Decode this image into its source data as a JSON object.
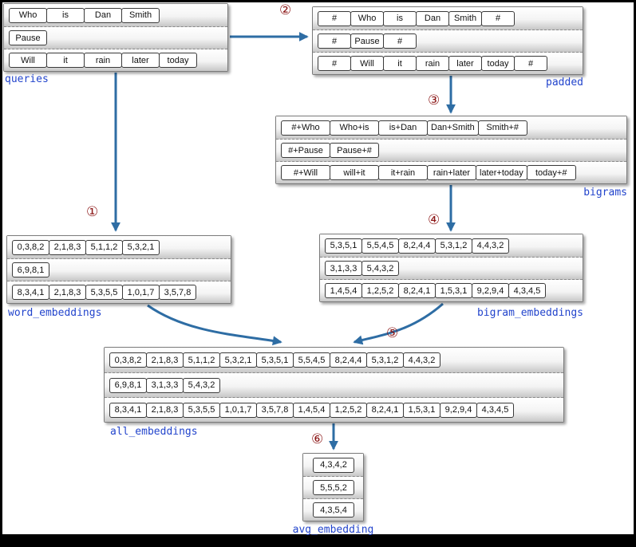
{
  "diagram": {
    "colors": {
      "label_blue": "#2244cc",
      "arrow_blue": "#2e6da4",
      "step_red": "#8b1515"
    },
    "panels": [
      {
        "id": "queries",
        "label": "queries",
        "rows": [
          [
            "Who",
            "is",
            "Dan",
            "Smith"
          ],
          [
            "Pause"
          ],
          [
            "Will",
            "it",
            "rain",
            "later",
            "today"
          ]
        ]
      },
      {
        "id": "padded",
        "label": "padded",
        "rows": [
          [
            "#",
            "Who",
            "is",
            "Dan",
            "Smith",
            "#"
          ],
          [
            "#",
            "Pause",
            "#"
          ],
          [
            "#",
            "Will",
            "it",
            "rain",
            "later",
            "today",
            "#"
          ]
        ]
      },
      {
        "id": "bigrams",
        "label": "bigrams",
        "rows": [
          [
            "#+Who",
            "Who+is",
            "is+Dan",
            "Dan+Smith",
            "Smith+#"
          ],
          [
            "#+Pause",
            "Pause+#"
          ],
          [
            "#+Will",
            "will+it",
            "it+rain",
            "rain+later",
            "later+today",
            "today+#"
          ]
        ]
      },
      {
        "id": "word_embeddings",
        "label": "word_embeddings",
        "rows": [
          [
            "0,3,8,2",
            "2,1,8,3",
            "5,1,1,2",
            "5,3,2,1"
          ],
          [
            "6,9,8,1"
          ],
          [
            "8,3,4,1",
            "2,1,8,3",
            "5,3,5,5",
            "1,0,1,7",
            "3,5,7,8"
          ]
        ]
      },
      {
        "id": "bigram_embeddings",
        "label": "bigram_embeddings",
        "rows": [
          [
            "5,3,5,1",
            "5,5,4,5",
            "8,2,4,4",
            "5,3,1,2",
            "4,4,3,2"
          ],
          [
            "3,1,3,3",
            "5,4,3,2"
          ],
          [
            "1,4,5,4",
            "1,2,5,2",
            "8,2,4,1",
            "1,5,3,1",
            "9,2,9,4",
            "4,3,4,5"
          ]
        ]
      },
      {
        "id": "all_embeddings",
        "label": "all_embeddings",
        "rows": [
          [
            "0,3,8,2",
            "2,1,8,3",
            "5,1,1,2",
            "5,3,2,1",
            "5,3,5,1",
            "5,5,4,5",
            "8,2,4,4",
            "5,3,1,2",
            "4,4,3,2"
          ],
          [
            "6,9,8,1",
            "3,1,3,3",
            "5,4,3,2"
          ],
          [
            "8,3,4,1",
            "2,1,8,3",
            "5,3,5,5",
            "1,0,1,7",
            "3,5,7,8",
            "1,4,5,4",
            "1,2,5,2",
            "8,2,4,1",
            "1,5,3,1",
            "9,2,9,4",
            "4,3,4,5"
          ]
        ]
      },
      {
        "id": "avg_embedding",
        "label": "avg_embedding",
        "rows": [
          [
            "4,3,4,2"
          ],
          [
            "5,5,5,2"
          ],
          [
            "4,3,5,4"
          ]
        ]
      }
    ],
    "steps": [
      {
        "label": "①"
      },
      {
        "label": "②"
      },
      {
        "label": "③"
      },
      {
        "label": "④"
      },
      {
        "label": "⑤"
      },
      {
        "label": "⑥"
      }
    ]
  }
}
